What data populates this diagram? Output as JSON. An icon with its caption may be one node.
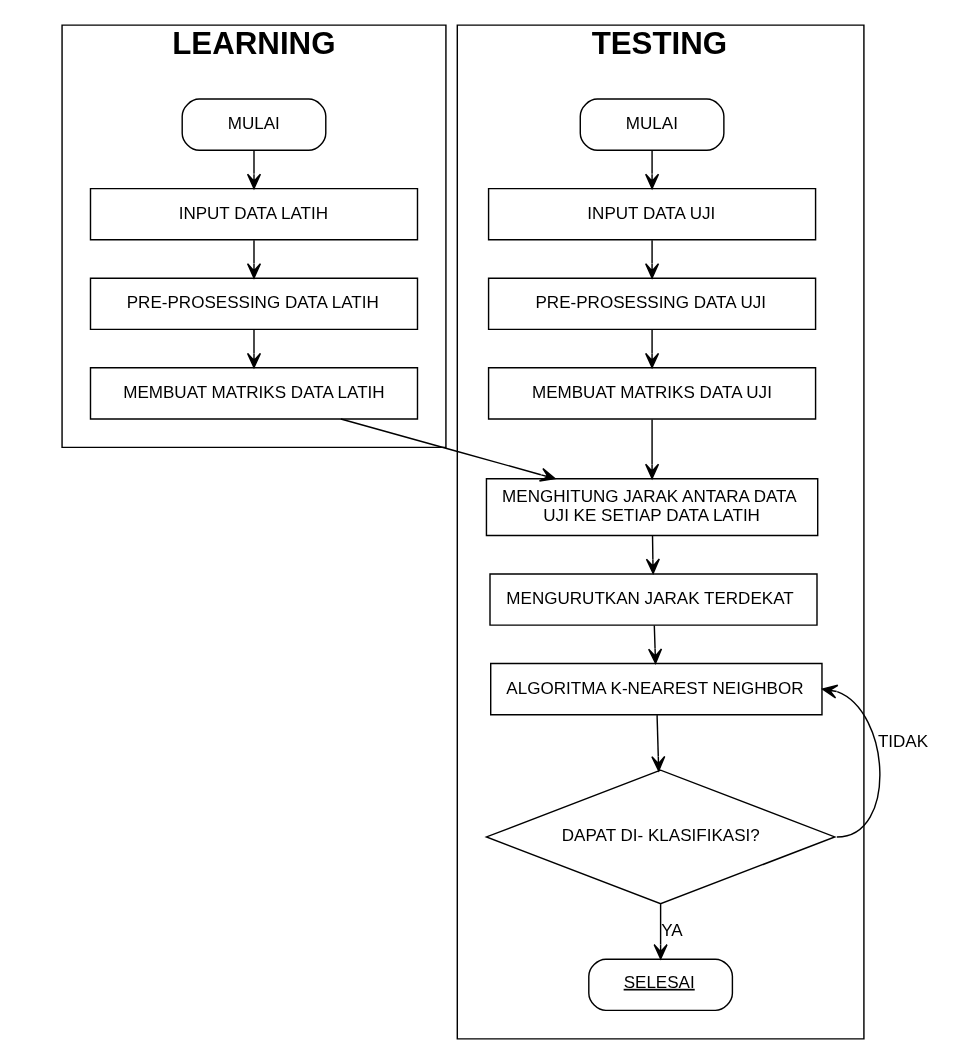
{
  "diagram": {
    "nodes": [
      {
        "text": [
          "LEARNING"
        ]
      },
      {
        "text": [
          "MULAI"
        ],
        "in": 0
      },
      {
        "text": [
          "INPUT DATA LATIH"
        ],
        "in": 0
      },
      {
        "text": [
          "PRE-PROSESSING DATA LATIH"
        ],
        "in": 0
      },
      {
        "text": [
          "MEMBUAT MATRIKS DATA LATIH"
        ],
        "in": 0
      },
      {
        "text": [
          "TESTING"
        ]
      },
      {
        "text": [
          "MULAI"
        ],
        "in": 5
      },
      {
        "text": [
          "INPUT DATA UJI"
        ],
        "in": 5
      },
      {
        "text": [
          "PRE-PROSESSING DATA UJI"
        ],
        "in": 5
      },
      {
        "text": [
          "MEMBUAT MATRIKS DATA UJI"
        ],
        "in": 5
      },
      {
        "text": [
          "MENGHITUNG JARAK ANTARA DATA UJI KE SETIAP DATA LATIH"
        ],
        "in": 5
      },
      {
        "text": [
          "MENGURUTKAN JARAK TERDEKAT"
        ],
        "in": 5
      },
      {
        "text": [
          "ALGORITMA K-NEAREST NEIGHBOR"
        ],
        "in": 5
      },
      {
        "text": [
          "DAPAT DI- KLASIFIKASI?"
        ],
        "in": 5
      },
      {
        "text": [
          "SELESAI"
        ],
        "in": 5
      }
    ],
    "edges": [
      {
        "from": 1,
        "to": 2,
        "arrow": "to"
      },
      {
        "from": 2,
        "to": 3,
        "arrow": "to"
      },
      {
        "from": 3,
        "to": 4,
        "arrow": "to"
      },
      {
        "from": 4,
        "to": 10,
        "arrow": "to"
      },
      {
        "from": 6,
        "to": 7,
        "arrow": "to"
      },
      {
        "from": 7,
        "to": 8,
        "arrow": "to"
      },
      {
        "from": 8,
        "to": 9,
        "arrow": "to"
      },
      {
        "from": 9,
        "to": 10,
        "arrow": "to"
      },
      {
        "from": 10,
        "to": 11,
        "arrow": "to"
      },
      {
        "from": 11,
        "to": 12,
        "arrow": "to"
      },
      {
        "from": 12,
        "to": 13,
        "arrow": "to"
      },
      {
        "from": 13,
        "to": 12,
        "arrow": "to",
        "label": "TIDAK"
      },
      {
        "from": 13,
        "to": 14,
        "arrow": "to",
        "label": "YA"
      }
    ]
  }
}
